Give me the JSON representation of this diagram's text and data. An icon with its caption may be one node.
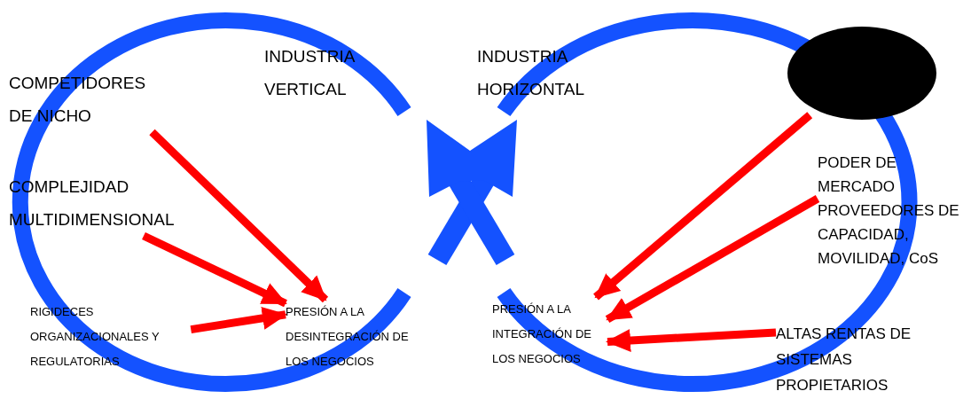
{
  "diagram": {
    "nodes": [
      {
        "text": [
          "COMPETIDORES DE NICHO"
        ]
      },
      {
        "text": [
          "COMPLEJIDAD MULTIDIMENSIONAL"
        ]
      },
      {
        "text": [
          "RIGIDECES ORGANIZACIONALES Y REGULATORIAS"
        ]
      },
      {
        "text": [
          "PRESIÓN A LA DESINTEGRACIÓN DE LOS NEGOCIOS"
        ]
      },
      {
        "text": [
          "PRESIÓN A LA INTEGRACIÓN DE LOS NEGOCIOS"
        ]
      },
      {
        "text": [],
        "shape": "ellipse"
      },
      {
        "text": [
          "PODER DE MERCADO PROVEEDORES DE CAPACIDAD, MOVILIDAD, CoS"
        ]
      },
      {
        "text": [
          "ALTAS RENTAS DE SISTEMAS PROPIETARIOS"
        ]
      }
    ],
    "edges": [
      {
        "from": 0,
        "to": 3,
        "arrow": "to"
      },
      {
        "from": 1,
        "to": 3,
        "arrow": "to"
      },
      {
        "from": 2,
        "to": 3,
        "arrow": "to"
      },
      {
        "from": 5,
        "to": 4,
        "arrow": "to"
      },
      {
        "from": 6,
        "to": 4,
        "arrow": "to"
      },
      {
        "from": 7,
        "to": 4,
        "arrow": "to"
      }
    ],
    "labels": [
      "INDUSTRIA VERTICAL",
      "INDUSTRIA HORIZONTAL"
    ]
  }
}
